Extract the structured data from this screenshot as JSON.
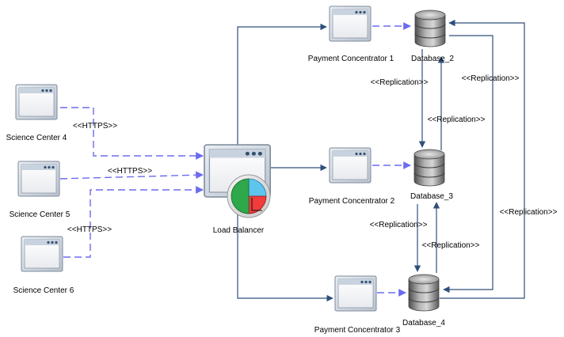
{
  "colors": {
    "solid_line": "#2f4f7a",
    "dashed_line": "#6b6bf0",
    "window_frame": "#8a9aae",
    "db_body": "#7c7c7c"
  },
  "nodes": {
    "science_center_4": {
      "label": "Science Center 4",
      "icon": "window-icon"
    },
    "science_center_5": {
      "label": "Science Center 5",
      "icon": "window-icon"
    },
    "science_center_6": {
      "label": "Science Center 6",
      "icon": "window-icon"
    },
    "load_balancer": {
      "label": "Load Balancer",
      "icon": "pie-chart-window-icon"
    },
    "payment_concentrator_1": {
      "label": "Payment Concentrator 1",
      "icon": "window-icon"
    },
    "payment_concentrator_2": {
      "label": "Payment Concentrator 2",
      "icon": "window-icon"
    },
    "payment_concentrator_3": {
      "label": "Payment Concentrator 3",
      "icon": "window-icon"
    },
    "database_2": {
      "label": "Database_2",
      "icon": "database-icon"
    },
    "database_3": {
      "label": "Database_3",
      "icon": "database-icon"
    },
    "database_4": {
      "label": "Database_4",
      "icon": "database-icon"
    }
  },
  "edge_labels": {
    "https_sc4": "<<HTTPS>>",
    "https_sc5": "<<HTTPS>>",
    "https_sc6": "<<HTTPS>>",
    "rep_db2_db3_down": "<<Replication>>",
    "rep_db2_right": "<<Replication>>",
    "rep_db3_db2_up": "<<Replication>>",
    "rep_db3_db4_down": "<<Replication>>",
    "rep_db4_db3_up": "<<Replication>>",
    "rep_outer": "<<Replication>>"
  }
}
